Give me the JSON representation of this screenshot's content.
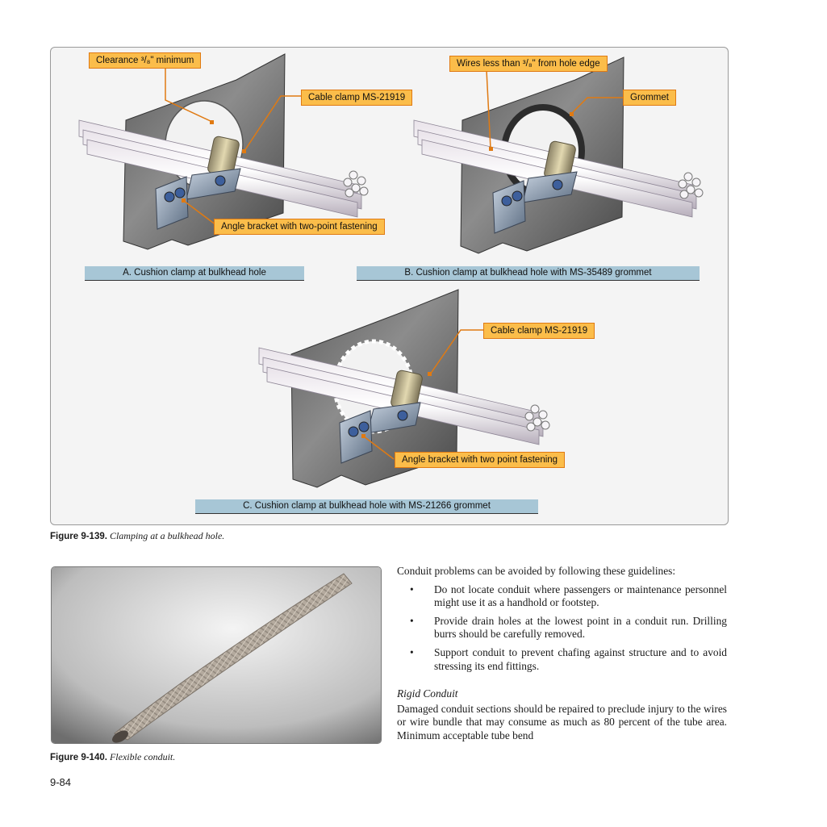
{
  "figure139": {
    "callouts": {
      "a_clearance": "Clearance ³/₈\" minimum",
      "a_cable_clamp": "Cable clamp MS-21919",
      "a_angle_bracket": "Angle bracket with two-point fastening",
      "b_wires": "Wires less than ³/₈\" from hole edge",
      "b_grommet": "Grommet",
      "c_cable_clamp": "Cable clamp MS-21919",
      "c_angle_bracket": "Angle bracket with two point fastening"
    },
    "panel_captions": {
      "a": "A. Cushion clamp at bulkhead hole",
      "b": "B. Cushion clamp at bulkhead hole with MS-35489 grommet",
      "c": "C. Cushion clamp at bulkhead hole with MS-21266 grommet"
    },
    "caption_number": "Figure 9-139.",
    "caption_text": "Clamping at a bulkhead hole."
  },
  "figure140": {
    "caption_number": "Figure 9-140.",
    "caption_text": "Flexible conduit."
  },
  "body": {
    "intro": "Conduit problems can be avoided by following these guidelines:",
    "bullet_symbol": "•",
    "bullets": [
      "Do not locate conduit where passengers or maintenance personnel might use it as a handhold or footstep.",
      "Provide drain holes at the lowest point in a conduit run. Drilling burrs should be carefully removed.",
      "Support conduit to prevent chafing against structure and to avoid stressing its end fittings."
    ],
    "subheading": "Rigid Conduit",
    "paragraph": "Damaged conduit sections should be repaired to preclude injury to the wires or wire bundle that may consume as much as 80 percent of the tube area. Minimum acceptable tube bend"
  },
  "page_number": "9-84"
}
